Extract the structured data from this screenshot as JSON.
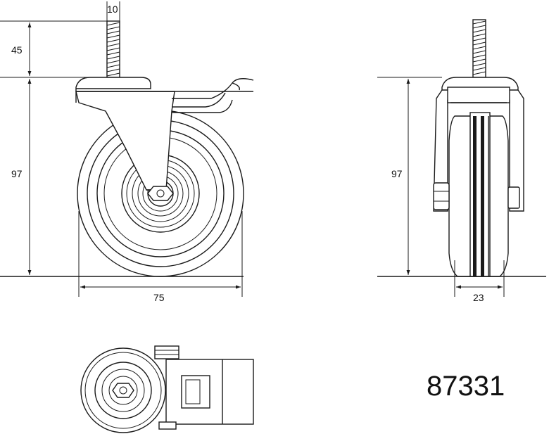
{
  "dimensions": {
    "stem_diameter": "10",
    "stem_length": "45",
    "height_side": "97",
    "wheel_width": "75",
    "height_front": "97",
    "tread_width": "23"
  },
  "model_number": "87331",
  "colors": {
    "line": "#1a1a1a",
    "background": "#ffffff"
  }
}
